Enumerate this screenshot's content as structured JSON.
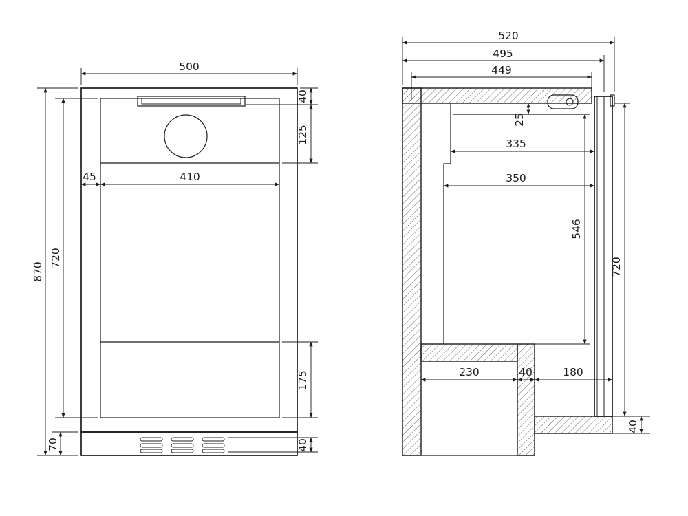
{
  "dims": {
    "front": {
      "width": "500",
      "overall_height": "870",
      "door_height": "720",
      "top_edge": "40",
      "top_section": "125",
      "left_inset": "45",
      "inner_width": "410",
      "bottom_section": "175",
      "plinth_height": "70",
      "vent_height": "40"
    },
    "side": {
      "overall_depth": "520",
      "body_depth": "495",
      "inner_depth": "449",
      "top_clearance": "25",
      "upper_width": "335",
      "lower_width": "350",
      "cavity_height": "546",
      "inner_height": "720",
      "floor_depth": "230",
      "partition": "40",
      "recess_depth": "180",
      "recess_floor": "40"
    }
  },
  "colors": {
    "line": "#1c1c1c",
    "background": "#ffffff"
  }
}
